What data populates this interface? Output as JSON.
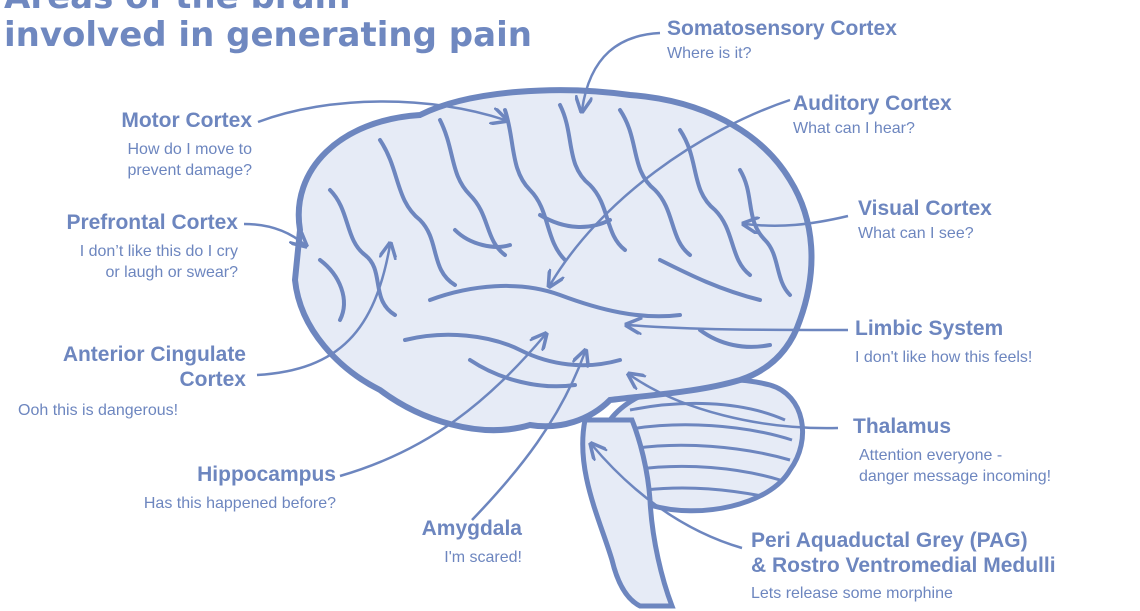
{
  "title_line1": "Areas of the brain",
  "title_line2": "involved in generating pain",
  "accent_color": "#6d86bf",
  "brain_fill": "#e6ebf6",
  "labels": {
    "motor": {
      "name": "Motor Cortex",
      "desc1": "How do I move to",
      "desc2": "prevent damage?"
    },
    "prefrontal": {
      "name": "Prefrontal Cortex",
      "desc1": "I don’t like this do I cry",
      "desc2": "or laugh or swear?"
    },
    "acc": {
      "name1": "Anterior Cingulate",
      "name2": "Cortex",
      "desc1": "Ooh this is dangerous!"
    },
    "hippocampus": {
      "name": "Hippocampus",
      "desc1": "Has this happened before?"
    },
    "amygdala": {
      "name": "Amygdala",
      "desc1": "I'm scared!"
    },
    "somatosensory": {
      "name": "Somatosensory Cortex",
      "desc1": "Where is it?"
    },
    "auditory": {
      "name": "Auditory Cortex",
      "desc1": "What can I hear?"
    },
    "visual": {
      "name": "Visual Cortex",
      "desc1": "What can I see?"
    },
    "limbic": {
      "name": "Limbic System",
      "desc1": "I don't like how this feels!"
    },
    "thalamus": {
      "name": "Thalamus",
      "desc1": "Attention everyone -",
      "desc2": "danger message incoming!"
    },
    "pag": {
      "name1": "Peri Aquaductal Grey (PAG)",
      "name2": "& Rostro Ventromedial Medulli",
      "desc1": "Lets release some morphine"
    }
  }
}
